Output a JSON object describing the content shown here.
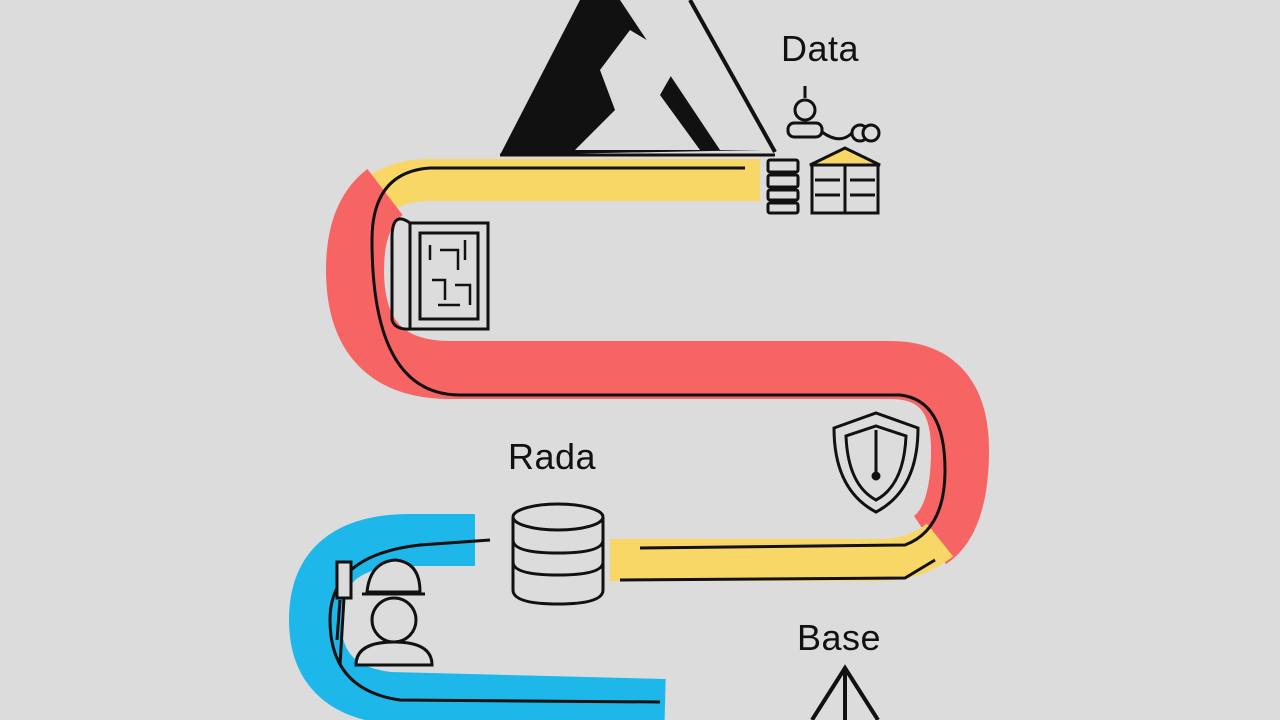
{
  "labels": {
    "data": "Data",
    "rada": "Rada",
    "base": "Base"
  },
  "colors": {
    "background": "#dcdcdc",
    "yellow": "#f9d766",
    "red": "#f76464",
    "blue": "#1eb7ea",
    "ink": "#111111"
  },
  "icons": [
    "mountain-icon",
    "database-icon",
    "building-icon",
    "person-icon",
    "blueprint-icon",
    "shield-icon",
    "engineer-icon",
    "tent-icon"
  ]
}
